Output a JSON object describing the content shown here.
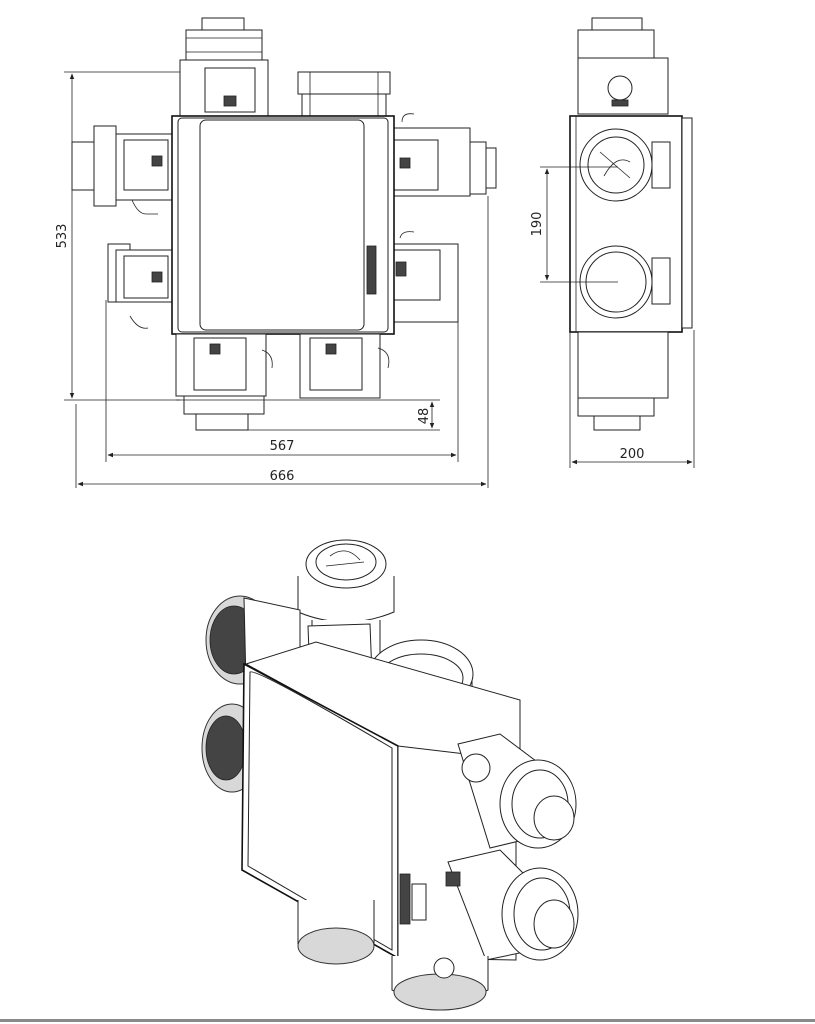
{
  "dimensions": {
    "height_total": "533",
    "offset_bottom": "48",
    "width_body": "567",
    "width_total": "666",
    "spigot_spacing": "190",
    "depth": "200"
  },
  "colors": {
    "line": "#222222",
    "fill": "#ffffff",
    "shade": "#d8d8d8"
  }
}
